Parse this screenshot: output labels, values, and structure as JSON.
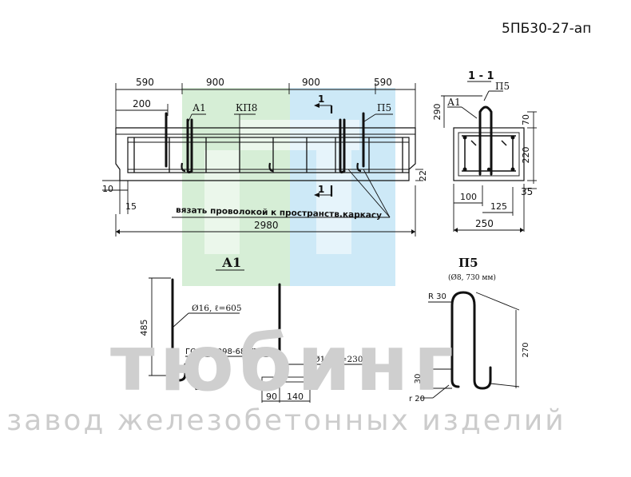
{
  "title": "5ПБ30-27-ап",
  "dims_top": {
    "d1": "590",
    "d2": "900",
    "d3": "900",
    "d4": "590",
    "d5": "200"
  },
  "labels_main": {
    "a1": "А1",
    "kp8": "КП8",
    "sec_mark": "1",
    "p5": "П5"
  },
  "dims_side": {
    "d22": "22",
    "d10": "10",
    "d15": "15"
  },
  "tie_note": "вязать проволокой к пространств.каркасу",
  "total_length": "2980",
  "section": {
    "title": "1 - 1",
    "p5": "П5",
    "a1": "А1",
    "d290": "290",
    "d70": "70",
    "d220": "220",
    "d35": "35",
    "d100": "100",
    "d125": "125",
    "d250": "250"
  },
  "detail_a1": {
    "heading": "А1",
    "d485": "485",
    "spec_bar": "Ø16, ℓ=605",
    "spec_hook": "Ø10",
    "gost": "ГОСТ14098-68-КТ-2",
    "spec_plate": "Ø10, ℓ=230",
    "d90": "90",
    "d140": "140"
  },
  "detail_p5": {
    "heading": "П5",
    "sub": "(Ø8, 730 мм)",
    "r30": "R 30",
    "d270": "270",
    "d30": "30",
    "r20": "r 20"
  },
  "watermark": {
    "big": "тюбинг",
    "small": "завод железобетонных изделий",
    "colors": {
      "green": "#d4ecd4",
      "blue": "#cbe8f6",
      "text": "#cfcfcf"
    }
  }
}
